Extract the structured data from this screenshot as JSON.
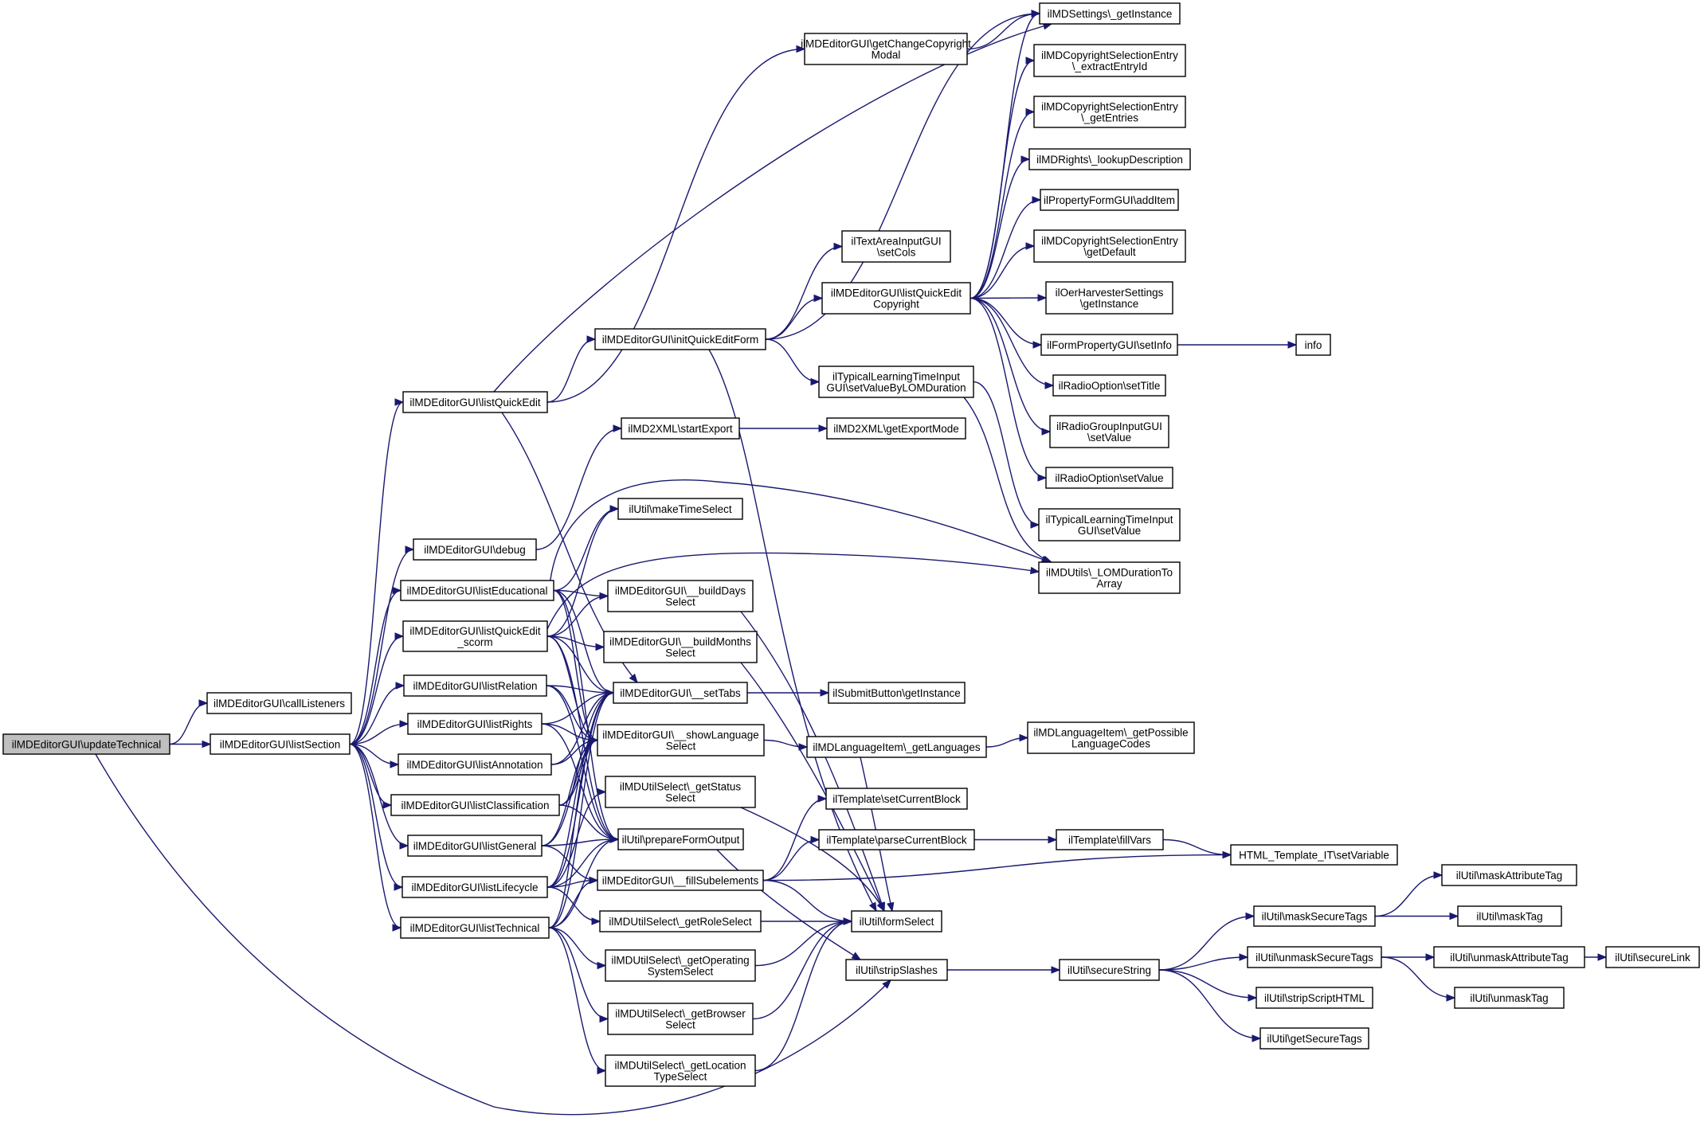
{
  "graph": {
    "edge_color": "#191970",
    "root_fill": "#bfbfbf",
    "nodes": [
      {
        "id": "updateTechnical",
        "lines": [
          "ilMDEditorGUI\\updateTechnical"
        ]
      },
      {
        "id": "callListeners",
        "lines": [
          "ilMDEditorGUI\\callListeners"
        ]
      },
      {
        "id": "listSection",
        "lines": [
          "ilMDEditorGUI\\listSection"
        ]
      },
      {
        "id": "listQuickEdit",
        "lines": [
          "ilMDEditorGUI\\listQuickEdit"
        ]
      },
      {
        "id": "debug",
        "lines": [
          "ilMDEditorGUI\\debug"
        ]
      },
      {
        "id": "listEducational",
        "lines": [
          "ilMDEditorGUI\\listEducational"
        ]
      },
      {
        "id": "listQuickEditScorm",
        "lines": [
          "ilMDEditorGUI\\listQuickEdit",
          "_scorm"
        ]
      },
      {
        "id": "listRelation",
        "lines": [
          "ilMDEditorGUI\\listRelation"
        ]
      },
      {
        "id": "listRights",
        "lines": [
          "ilMDEditorGUI\\listRights"
        ]
      },
      {
        "id": "listAnnotation",
        "lines": [
          "ilMDEditorGUI\\listAnnotation"
        ]
      },
      {
        "id": "listClassification",
        "lines": [
          "ilMDEditorGUI\\listClassification"
        ]
      },
      {
        "id": "listGeneral",
        "lines": [
          "ilMDEditorGUI\\listGeneral"
        ]
      },
      {
        "id": "listLifecycle",
        "lines": [
          "ilMDEditorGUI\\listLifecycle"
        ]
      },
      {
        "id": "listTechnical",
        "lines": [
          "ilMDEditorGUI\\listTechnical"
        ]
      },
      {
        "id": "getChangeCopyrightModal",
        "lines": [
          "ilMDEditorGUI\\getChangeCopyright",
          "Modal"
        ]
      },
      {
        "id": "initQuickEditForm",
        "lines": [
          "ilMDEditorGUI\\initQuickEditForm"
        ]
      },
      {
        "id": "startExport",
        "lines": [
          "ilMD2XML\\startExport"
        ]
      },
      {
        "id": "makeTimeSelect",
        "lines": [
          "ilUtil\\makeTimeSelect"
        ]
      },
      {
        "id": "buildDaysSelect",
        "lines": [
          "ilMDEditorGUI\\__buildDays",
          "Select"
        ]
      },
      {
        "id": "buildMonthsSelect",
        "lines": [
          "ilMDEditorGUI\\__buildMonths",
          "Select"
        ]
      },
      {
        "id": "setTabs",
        "lines": [
          "ilMDEditorGUI\\__setTabs"
        ]
      },
      {
        "id": "showLanguageSelect",
        "lines": [
          "ilMDEditorGUI\\__showLanguage",
          "Select"
        ]
      },
      {
        "id": "getStatusSelect",
        "lines": [
          "ilMDUtilSelect\\_getStatus",
          "Select"
        ]
      },
      {
        "id": "prepareFormOutput",
        "lines": [
          "ilUtil\\prepareFormOutput"
        ]
      },
      {
        "id": "fillSubelements",
        "lines": [
          "ilMDEditorGUI\\__fillSubelements"
        ]
      },
      {
        "id": "getRoleSelect",
        "lines": [
          "ilMDUtilSelect\\_getRoleSelect"
        ]
      },
      {
        "id": "getOperatingSystemSelect",
        "lines": [
          "ilMDUtilSelect\\_getOperating",
          "SystemSelect"
        ]
      },
      {
        "id": "getBrowserSelect",
        "lines": [
          "ilMDUtilSelect\\_getBrowser",
          "Select"
        ]
      },
      {
        "id": "getLocationTypeSelect",
        "lines": [
          "ilMDUtilSelect\\_getLocation",
          "TypeSelect"
        ]
      },
      {
        "id": "setCols",
        "lines": [
          "ilTextAreaInputGUI",
          "\\setCols"
        ]
      },
      {
        "id": "listQuickEditCopyright",
        "lines": [
          "ilMDEditorGUI\\listQuickEdit",
          "Copyright"
        ]
      },
      {
        "id": "setValueByLOMDuration",
        "lines": [
          "ilTypicalLearningTimeInput",
          "GUI\\setValueByLOMDuration"
        ]
      },
      {
        "id": "getExportMode",
        "lines": [
          "ilMD2XML\\getExportMode"
        ]
      },
      {
        "id": "submitGetInstance",
        "lines": [
          "ilSubmitButton\\getInstance"
        ]
      },
      {
        "id": "getLanguages",
        "lines": [
          "ilMDLanguageItem\\_getLanguages"
        ]
      },
      {
        "id": "setCurrentBlock",
        "lines": [
          "ilTemplate\\setCurrentBlock"
        ]
      },
      {
        "id": "parseCurrentBlock",
        "lines": [
          "ilTemplate\\parseCurrentBlock"
        ]
      },
      {
        "id": "formSelect",
        "lines": [
          "ilUtil\\formSelect"
        ]
      },
      {
        "id": "stripSlashes",
        "lines": [
          "ilUtil\\stripSlashes"
        ]
      },
      {
        "id": "settingsGetInstance",
        "lines": [
          "ilMDSettings\\_getInstance"
        ]
      },
      {
        "id": "extractEntryId",
        "lines": [
          "ilMDCopyrightSelectionEntry",
          "\\_extractEntryId"
        ]
      },
      {
        "id": "getEntries",
        "lines": [
          "ilMDCopyrightSelectionEntry",
          "\\_getEntries"
        ]
      },
      {
        "id": "lookupDescription",
        "lines": [
          "ilMDRights\\_lookupDescription"
        ]
      },
      {
        "id": "addItem",
        "lines": [
          "ilPropertyFormGUI\\addItem"
        ]
      },
      {
        "id": "getDefault",
        "lines": [
          "ilMDCopyrightSelectionEntry",
          "\\getDefault"
        ]
      },
      {
        "id": "oerGetInstance",
        "lines": [
          "ilOerHarvesterSettings",
          "\\getInstance"
        ]
      },
      {
        "id": "setInfo",
        "lines": [
          "ilFormPropertyGUI\\setInfo"
        ]
      },
      {
        "id": "setTitle",
        "lines": [
          "ilRadioOption\\setTitle"
        ]
      },
      {
        "id": "radioGroupSetValue",
        "lines": [
          "ilRadioGroupInputGUI",
          "\\setValue"
        ]
      },
      {
        "id": "radioOptionSetValue",
        "lines": [
          "ilRadioOption\\setValue"
        ]
      },
      {
        "id": "typicalSetValue",
        "lines": [
          "ilTypicalLearningTimeInput",
          "GUI\\setValue"
        ]
      },
      {
        "id": "lomDurationToArray",
        "lines": [
          "ilMDUtils\\_LOMDurationTo",
          "Array"
        ]
      },
      {
        "id": "getPossibleLanguageCodes",
        "lines": [
          "ilMDLanguageItem\\_getPossible",
          "LanguageCodes"
        ]
      },
      {
        "id": "fillVars",
        "lines": [
          "ilTemplate\\fillVars"
        ]
      },
      {
        "id": "secureString",
        "lines": [
          "ilUtil\\secureString"
        ]
      },
      {
        "id": "info",
        "lines": [
          "info"
        ]
      },
      {
        "id": "setVariable",
        "lines": [
          "HTML_Template_IT\\setVariable"
        ]
      },
      {
        "id": "maskSecureTags",
        "lines": [
          "ilUtil\\maskSecureTags"
        ]
      },
      {
        "id": "unmaskSecureTags",
        "lines": [
          "ilUtil\\unmaskSecureTags"
        ]
      },
      {
        "id": "stripScriptHTML",
        "lines": [
          "ilUtil\\stripScriptHTML"
        ]
      },
      {
        "id": "getSecureTags",
        "lines": [
          "ilUtil\\getSecureTags"
        ]
      },
      {
        "id": "maskAttributeTag",
        "lines": [
          "ilUtil\\maskAttributeTag"
        ]
      },
      {
        "id": "maskTag",
        "lines": [
          "ilUtil\\maskTag"
        ]
      },
      {
        "id": "unmaskAttributeTag",
        "lines": [
          "ilUtil\\unmaskAttributeTag"
        ]
      },
      {
        "id": "unmaskTag",
        "lines": [
          "ilUtil\\unmaskTag"
        ]
      },
      {
        "id": "secureLink",
        "lines": [
          "ilUtil\\secureLink"
        ]
      }
    ],
    "edges": [
      [
        "updateTechnical",
        "callListeners"
      ],
      [
        "updateTechnical",
        "listSection"
      ],
      [
        "updateTechnical",
        "stripSlashes"
      ],
      [
        "listSection",
        "listQuickEdit"
      ],
      [
        "listSection",
        "debug"
      ],
      [
        "listSection",
        "listEducational"
      ],
      [
        "listSection",
        "listQuickEditScorm"
      ],
      [
        "listSection",
        "listRelation"
      ],
      [
        "listSection",
        "listRights"
      ],
      [
        "listSection",
        "listAnnotation"
      ],
      [
        "listSection",
        "listClassification"
      ],
      [
        "listSection",
        "listGeneral"
      ],
      [
        "listSection",
        "listLifecycle"
      ],
      [
        "listSection",
        "listTechnical"
      ],
      [
        "listQuickEdit",
        "getChangeCopyrightModal"
      ],
      [
        "listQuickEdit",
        "initQuickEditForm"
      ],
      [
        "listQuickEdit",
        "settingsGetInstance"
      ],
      [
        "listQuickEdit",
        "setTabs"
      ],
      [
        "debug",
        "startExport"
      ],
      [
        "listEducational",
        "makeTimeSelect"
      ],
      [
        "listEducational",
        "buildDaysSelect"
      ],
      [
        "listEducational",
        "setTabs"
      ],
      [
        "listEducational",
        "showLanguageSelect"
      ],
      [
        "listEducational",
        "prepareFormOutput"
      ],
      [
        "listEducational",
        "lomDurationToArray"
      ],
      [
        "listQuickEditScorm",
        "makeTimeSelect"
      ],
      [
        "listQuickEditScorm",
        "buildDaysSelect"
      ],
      [
        "listQuickEditScorm",
        "buildMonthsSelect"
      ],
      [
        "listQuickEditScorm",
        "setTabs"
      ],
      [
        "listQuickEditScorm",
        "showLanguageSelect"
      ],
      [
        "listQuickEditScorm",
        "prepareFormOutput"
      ],
      [
        "listQuickEditScorm",
        "lomDurationToArray"
      ],
      [
        "listRelation",
        "setTabs"
      ],
      [
        "listRelation",
        "showLanguageSelect"
      ],
      [
        "listRelation",
        "prepareFormOutput"
      ],
      [
        "listRights",
        "setTabs"
      ],
      [
        "listRights",
        "showLanguageSelect"
      ],
      [
        "listRights",
        "prepareFormOutput"
      ],
      [
        "listAnnotation",
        "setTabs"
      ],
      [
        "listAnnotation",
        "showLanguageSelect"
      ],
      [
        "listClassification",
        "setTabs"
      ],
      [
        "listClassification",
        "showLanguageSelect"
      ],
      [
        "listClassification",
        "prepareFormOutput"
      ],
      [
        "listGeneral",
        "setTabs"
      ],
      [
        "listGeneral",
        "showLanguageSelect"
      ],
      [
        "listGeneral",
        "prepareFormOutput"
      ],
      [
        "listGeneral",
        "fillSubelements"
      ],
      [
        "listLifecycle",
        "setTabs"
      ],
      [
        "listLifecycle",
        "showLanguageSelect"
      ],
      [
        "listLifecycle",
        "getStatusSelect"
      ],
      [
        "listLifecycle",
        "prepareFormOutput"
      ],
      [
        "listLifecycle",
        "fillSubelements"
      ],
      [
        "listLifecycle",
        "getRoleSelect"
      ],
      [
        "listTechnical",
        "setTabs"
      ],
      [
        "listTechnical",
        "showLanguageSelect"
      ],
      [
        "listTechnical",
        "prepareFormOutput"
      ],
      [
        "listTechnical",
        "fillSubelements"
      ],
      [
        "listTechnical",
        "getOperatingSystemSelect"
      ],
      [
        "listTechnical",
        "getBrowserSelect"
      ],
      [
        "listTechnical",
        "getLocationTypeSelect"
      ],
      [
        "getChangeCopyrightModal",
        "settingsGetInstance"
      ],
      [
        "initQuickEditForm",
        "setCols"
      ],
      [
        "initQuickEditForm",
        "listQuickEditCopyright"
      ],
      [
        "initQuickEditForm",
        "setValueByLOMDuration"
      ],
      [
        "initQuickEditForm",
        "settingsGetInstance"
      ],
      [
        "initQuickEditForm",
        "formSelect"
      ],
      [
        "startExport",
        "getExportMode"
      ],
      [
        "buildDaysSelect",
        "formSelect"
      ],
      [
        "buildMonthsSelect",
        "formSelect"
      ],
      [
        "setTabs",
        "submitGetInstance"
      ],
      [
        "showLanguageSelect",
        "getLanguages"
      ],
      [
        "getStatusSelect",
        "formSelect"
      ],
      [
        "prepareFormOutput",
        "stripSlashes"
      ],
      [
        "fillSubelements",
        "setCurrentBlock"
      ],
      [
        "fillSubelements",
        "parseCurrentBlock"
      ],
      [
        "fillSubelements",
        "setVariable"
      ],
      [
        "fillSubelements",
        "formSelect"
      ],
      [
        "getRoleSelect",
        "formSelect"
      ],
      [
        "getOperatingSystemSelect",
        "formSelect"
      ],
      [
        "getBrowserSelect",
        "formSelect"
      ],
      [
        "getLocationTypeSelect",
        "formSelect"
      ],
      [
        "listQuickEditCopyright",
        "settingsGetInstance"
      ],
      [
        "listQuickEditCopyright",
        "extractEntryId"
      ],
      [
        "listQuickEditCopyright",
        "getEntries"
      ],
      [
        "listQuickEditCopyright",
        "lookupDescription"
      ],
      [
        "listQuickEditCopyright",
        "addItem"
      ],
      [
        "listQuickEditCopyright",
        "getDefault"
      ],
      [
        "listQuickEditCopyright",
        "oerGetInstance"
      ],
      [
        "listQuickEditCopyright",
        "setInfo"
      ],
      [
        "listQuickEditCopyright",
        "setTitle"
      ],
      [
        "listQuickEditCopyright",
        "radioGroupSetValue"
      ],
      [
        "listQuickEditCopyright",
        "radioOptionSetValue"
      ],
      [
        "setValueByLOMDuration",
        "typicalSetValue"
      ],
      [
        "setValueByLOMDuration",
        "lomDurationToArray"
      ],
      [
        "getLanguages",
        "getPossibleLanguageCodes"
      ],
      [
        "getLanguages",
        "formSelect"
      ],
      [
        "parseCurrentBlock",
        "fillVars"
      ],
      [
        "fillVars",
        "setVariable"
      ],
      [
        "stripSlashes",
        "secureString"
      ],
      [
        "setInfo",
        "info"
      ],
      [
        "secureString",
        "maskSecureTags"
      ],
      [
        "secureString",
        "unmaskSecureTags"
      ],
      [
        "secureString",
        "stripScriptHTML"
      ],
      [
        "secureString",
        "getSecureTags"
      ],
      [
        "maskSecureTags",
        "maskAttributeTag"
      ],
      [
        "maskSecureTags",
        "maskTag"
      ],
      [
        "unmaskSecureTags",
        "unmaskAttributeTag"
      ],
      [
        "unmaskSecureTags",
        "unmaskTag"
      ],
      [
        "unmaskAttributeTag",
        "secureLink"
      ]
    ]
  }
}
